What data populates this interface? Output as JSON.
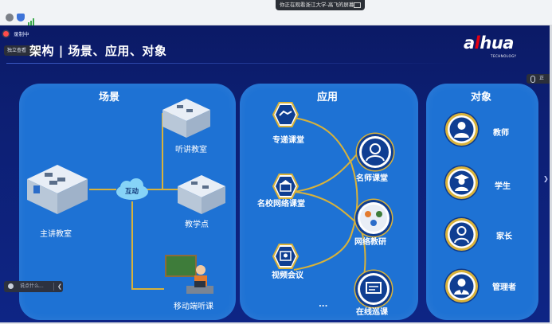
{
  "topbar": {
    "share_notice": "你正在观看浙江大学-高飞的屏幕",
    "share_notice_icon": "screen-share-icon"
  },
  "overlay": {
    "recording": "录制中",
    "sharing_tag": "独立查看",
    "right_tag": "正",
    "comment_placeholder": "说点什么..."
  },
  "slide": {
    "title": "架构 | 场景、应用、对象",
    "logo": {
      "word_start": "a",
      "word_accent": "l",
      "word_end": "hua",
      "sub": "TECHNOLOGY"
    },
    "scenes": {
      "title": "场景",
      "hub": "互动",
      "main_room": "主讲教室",
      "listen_room": "听讲教室",
      "teaching_point": "教学点",
      "mobile": "移动端听课"
    },
    "apps": {
      "title": "应用",
      "items": [
        "专递课堂",
        "名师课堂",
        "名校网络课堂",
        "网络教研",
        "视频会议",
        "在线巡课"
      ],
      "more": "..."
    },
    "objects": {
      "title": "对象",
      "items": [
        "教师",
        "学生",
        "家长",
        "管理者"
      ]
    }
  },
  "colors": {
    "panel": "#1e72d4",
    "background": "#0d1f73",
    "connector": "#d8b23a",
    "brand_red": "#e60012"
  }
}
